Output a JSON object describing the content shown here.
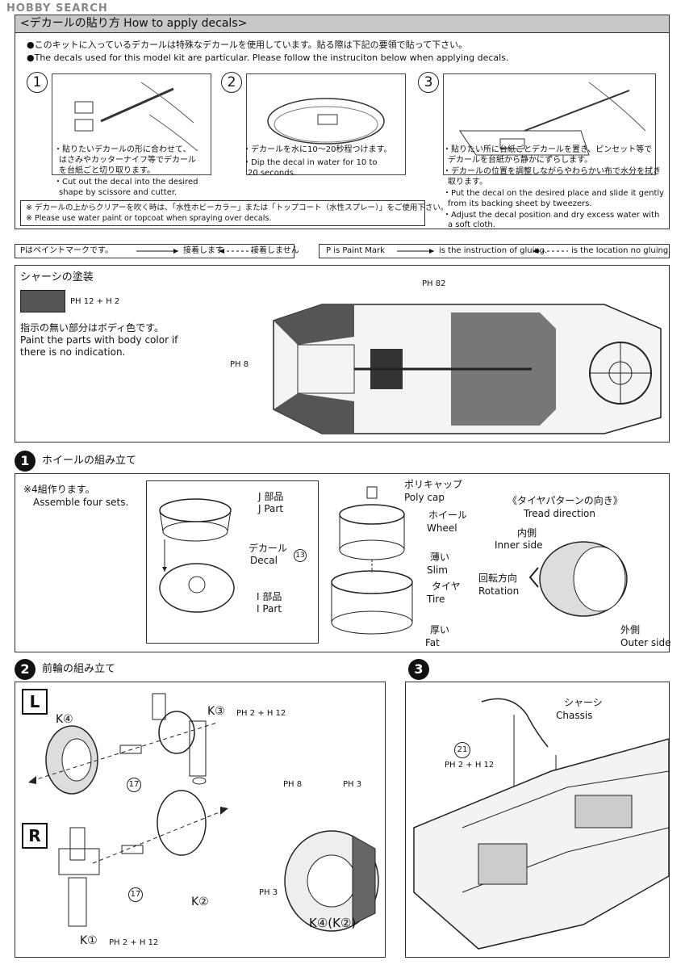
{
  "watermark": "HOBBY SEARCH",
  "decal_section": {
    "title": "<デカールの貼り方 How to apply decals>",
    "intro_jp": "●このキットに入っているデカールは特殊なデカールを使用しています。貼る際は下記の要領で貼って下さい。",
    "intro_en": "●The decals used for this model kit are particular. Please follow the instruciton below when applying decals.",
    "steps": [
      {
        "num": "1",
        "jp1": "・貼りたいデカールの形に合わせて、",
        "jp2": "はさみやカッターナイフ等でデカール",
        "jp3": "を台紙ごと切り取ります。",
        "en1": "・Cut out the decal into the desired",
        "en2": "shape by scissore and cutter."
      },
      {
        "num": "2",
        "jp1": "・デカールを水に10〜20秒程つけます。",
        "en1": "・Dip the decal in water for 10 to",
        "en2": "20 seconds."
      },
      {
        "num": "3",
        "jp1": "・貼りたい所に台紙ごとデカールを置き、ピンセット等で",
        "jp2": "デカールを台紙から静かにずらします。",
        "jp3": "・デカールの位置を調整しながらやわらかい布で水分を拭き",
        "jp4": "取ります。",
        "en1": "・Put the decal on the desired place and slide it gently",
        "en2": "from its backing sheet by tweezers.",
        "en3": "・Adjust the decal position and dry excess water with",
        "en4": "a soft cloth."
      }
    ],
    "note_jp": "※ デカールの上からクリアーを吹く時は、「水性ホビーカラー」または「トップコート（水性スプレー）」をご使用下さい。",
    "note_en": "※ Please use water paint or topcoat when spraying over decals."
  },
  "legend_jp": {
    "p": "Pはペイントマークです。",
    "glue": "接着します",
    "noglue": "接着しません"
  },
  "legend_en": {
    "p": "P is Paint Mark",
    "glue": "is the instruction of gluing.",
    "noglue": "is the location no gluing."
  },
  "chassis_paint": {
    "title": "シャーシの塗装",
    "swatch_code": "PH 12 + H 2",
    "note_jp": "指示の無い部分はボディ色です。",
    "note_en1": "Paint the parts with body color if",
    "note_en2": "there is no indication.",
    "label_82": "PH 82",
    "label_8": "PH 8"
  },
  "step1": {
    "num": "1",
    "title": "ホイールの組み立て",
    "sets_jp": "※4組作ります。",
    "sets_en": "Assemble four sets.",
    "j_jp": "J 部品",
    "j_en": "J Part",
    "decal_jp": "デカール",
    "decal_en": "Decal",
    "decal_num": "13",
    "i_jp": "I 部品",
    "i_en": "I Part",
    "poly_jp": "ポリキャップ",
    "poly_en": "Poly cap",
    "wheel_jp": "ホイール",
    "wheel_en": "Wheel",
    "slim_jp": "薄い",
    "slim_en": "Slim",
    "tire_jp": "タイヤ",
    "tire_en": "Tire",
    "fat_jp": "厚い",
    "fat_en": "Fat",
    "tread_jp": "《タイヤパターンの向き》",
    "tread_en": "Tread direction",
    "inner_jp": "内側",
    "inner_en": "Inner side",
    "rot_jp": "回転方向",
    "rot_en": "Rotation",
    "outer_jp": "外側",
    "outer_en": "Outer side"
  },
  "step2": {
    "num": "2",
    "title": "前輪の組み立て",
    "L": "L",
    "R": "R",
    "k4": "K④",
    "k3": "K③",
    "k3_paint": "PH 2 + H 12",
    "n17": "17",
    "k2": "K②",
    "k1": "K①",
    "k1_paint": "PH 2 + H 12",
    "ph8": "PH 8",
    "ph3a": "PH 3",
    "ph3b": "PH 3",
    "k4k2": "K④(K②)"
  },
  "step3": {
    "num": "3",
    "chassis_jp": "シャーシ",
    "chassis_en": "Chassis",
    "n21": "21",
    "paint": "PH 2 + H 12"
  },
  "colors": {
    "header_gray": "#c8c8c8",
    "swatch": "#555555"
  }
}
